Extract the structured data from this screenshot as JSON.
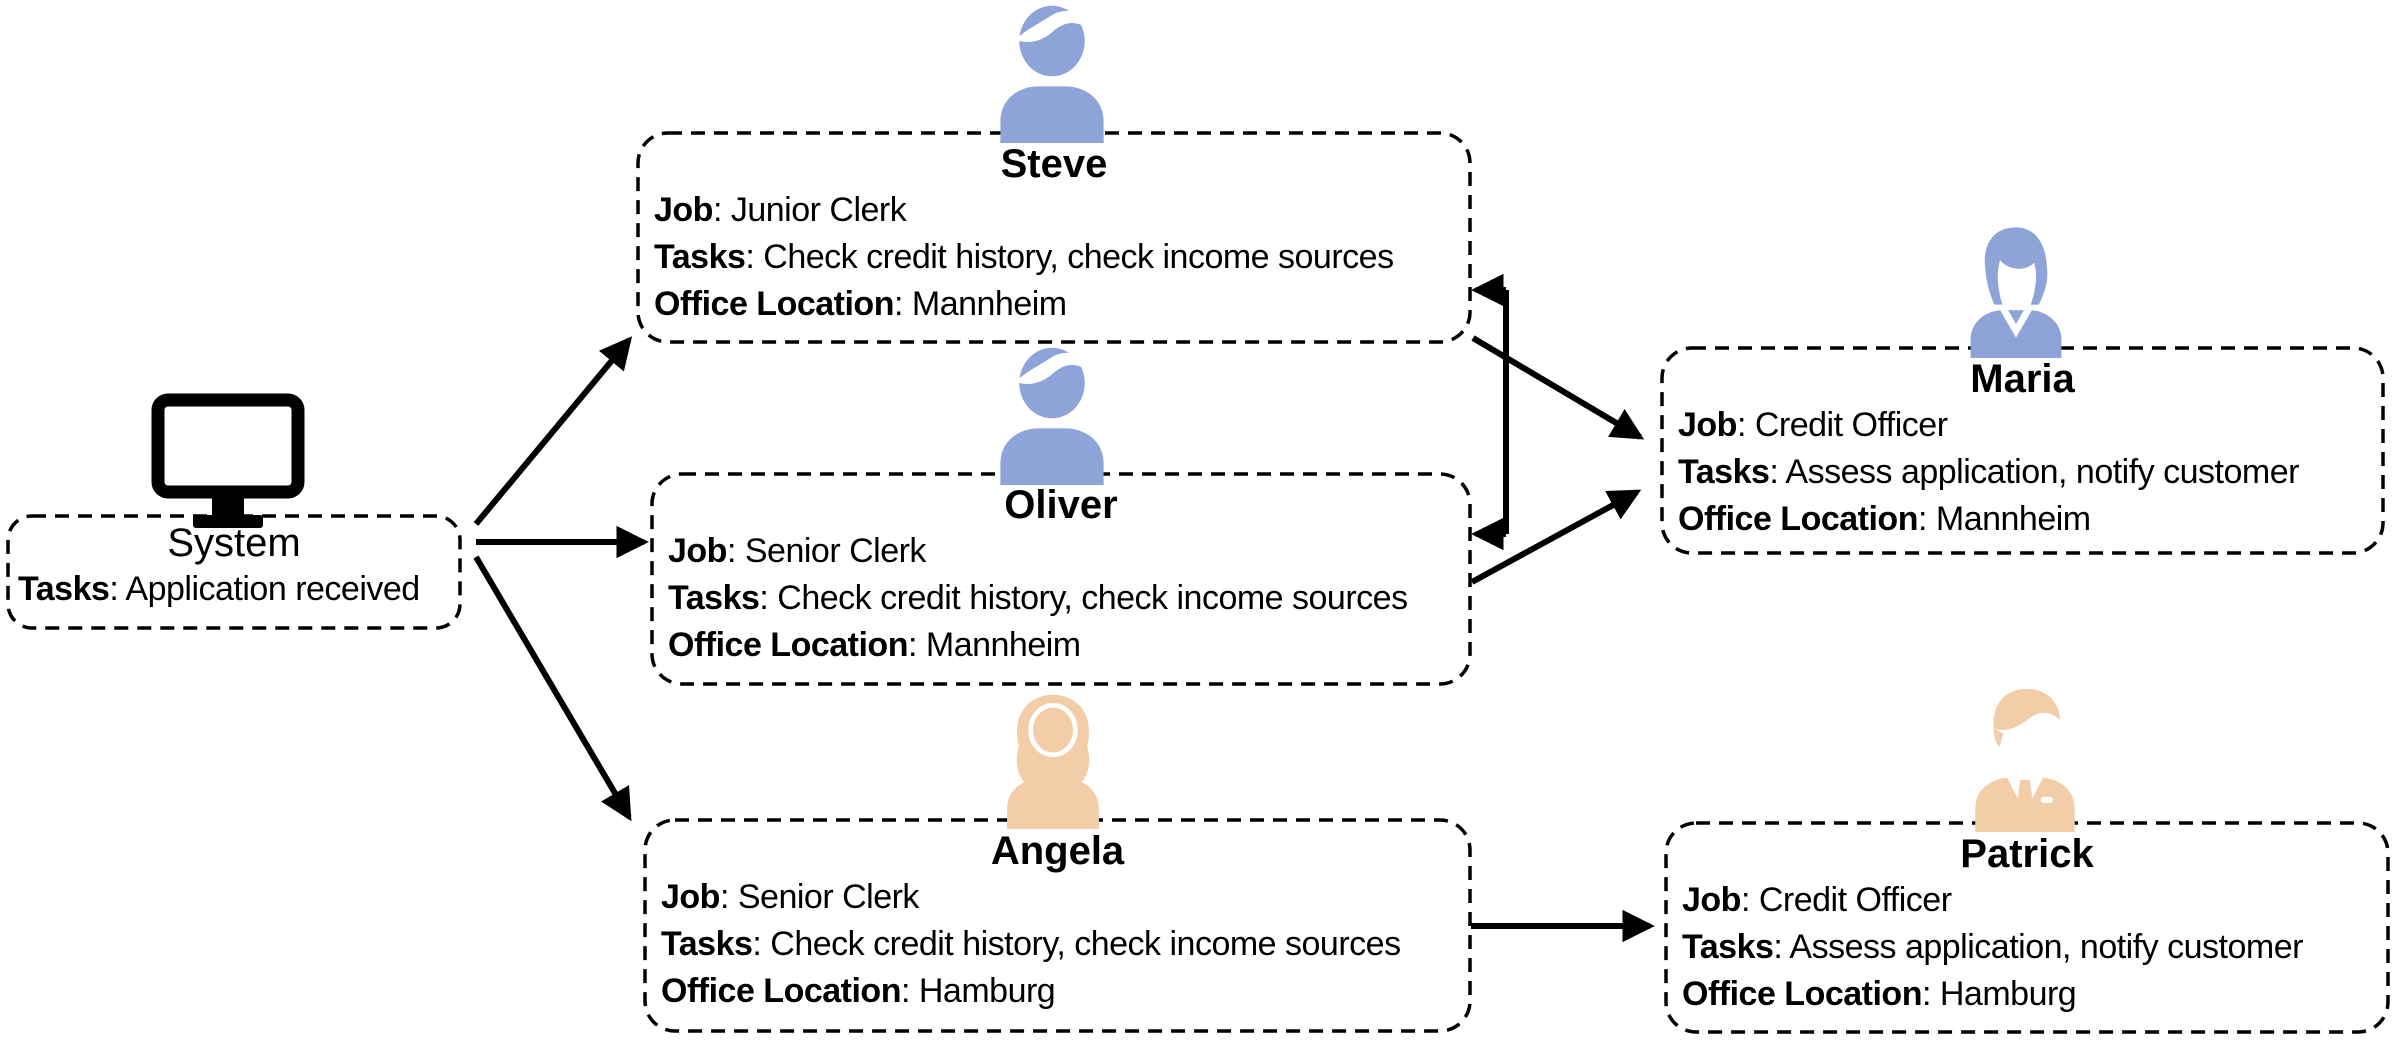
{
  "diagram": {
    "background": "#ffffff",
    "line_color": "#000000",
    "person_blue": "#8EA3D8",
    "person_tan": "#F3CCA8"
  },
  "punct": {
    "colon_space": ": "
  },
  "cards": {
    "system": {
      "title": "System",
      "icon": "desktop-computer-icon",
      "rows": [
        {
          "label": "Tasks",
          "value": "Application received"
        }
      ]
    },
    "steve": {
      "title": "Steve",
      "icon": "male-person-icon",
      "person_color": "blue",
      "rows": [
        {
          "label": "Job",
          "value": "Junior Clerk"
        },
        {
          "label": "Tasks",
          "value": "Check credit history, check income sources"
        },
        {
          "label": "Office Location",
          "value": "Mannheim"
        }
      ]
    },
    "oliver": {
      "title": "Oliver",
      "icon": "male-person-icon",
      "person_color": "blue",
      "rows": [
        {
          "label": "Job",
          "value": "Senior Clerk"
        },
        {
          "label": "Tasks",
          "value": "Check credit history, check income sources"
        },
        {
          "label": "Office Location",
          "value": "Mannheim"
        }
      ]
    },
    "angela": {
      "title": "Angela",
      "icon": "female-person-icon",
      "person_color": "tan",
      "rows": [
        {
          "label": "Job",
          "value": "Senior Clerk"
        },
        {
          "label": "Tasks",
          "value": "Check credit history, check income sources"
        },
        {
          "label": "Office Location",
          "value": "Hamburg"
        }
      ]
    },
    "maria": {
      "title": "Maria",
      "icon": "businesswoman-icon",
      "person_color": "blue",
      "rows": [
        {
          "label": "Job",
          "value": "Credit Officer"
        },
        {
          "label": "Tasks",
          "value": "Assess application, notify customer"
        },
        {
          "label": "Office Location",
          "value": "Mannheim"
        }
      ]
    },
    "patrick": {
      "title": "Patrick",
      "icon": "businessman-icon",
      "person_color": "tan",
      "rows": [
        {
          "label": "Job",
          "value": "Credit Officer"
        },
        {
          "label": "Tasks",
          "value": "Assess application, notify customer"
        },
        {
          "label": "Office Location",
          "value": "Hamburg"
        }
      ]
    }
  },
  "edges": [
    {
      "from": "system",
      "to": "steve",
      "style": "arrow"
    },
    {
      "from": "system",
      "to": "oliver",
      "style": "arrow"
    },
    {
      "from": "system",
      "to": "angela",
      "style": "arrow"
    },
    {
      "from": "steve",
      "to": "maria",
      "style": "arrow"
    },
    {
      "from": "oliver",
      "to": "maria",
      "style": "arrow"
    },
    {
      "from": "angela",
      "to": "patrick",
      "style": "arrow"
    },
    {
      "type": "return-bracket",
      "into": [
        "steve",
        "oliver"
      ],
      "style": "double-arrow-bracket"
    }
  ]
}
